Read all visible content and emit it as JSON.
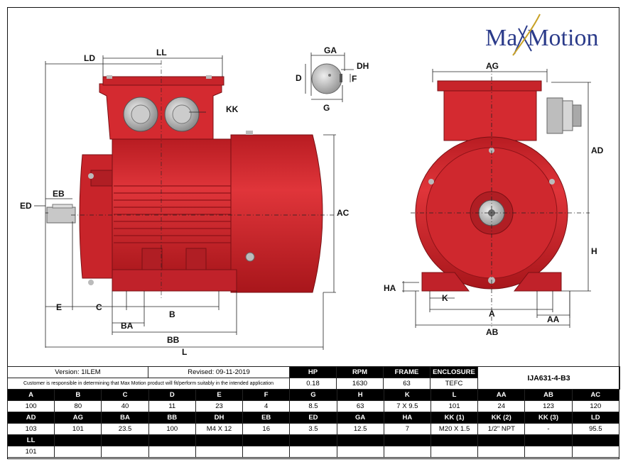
{
  "brand": {
    "name_part1": "Ma",
    "name_part2": "Motion",
    "color": "#2b3b8a"
  },
  "drawing": {
    "labels": {
      "LD": "LD",
      "LL": "LL",
      "KK": "KK",
      "ED": "ED",
      "EB": "EB",
      "AC": "AC",
      "E": "E",
      "C": "C",
      "B": "B",
      "BA": "BA",
      "BB": "BB",
      "L": "L",
      "GA": "GA",
      "DH": "DH",
      "D": "D",
      "F": "F",
      "G": "G",
      "AG": "AG",
      "AD": "AD",
      "H": "H",
      "HA": "HA",
      "K": "K",
      "A": "A",
      "AA": "AA",
      "AB": "AB"
    },
    "motor_color": "#d9262c"
  },
  "info": {
    "version": "Version: 1ILEM",
    "revised": "Revised: 09-11-2019",
    "disclaimer": "Customer is responsible in determining that Max Motion product will fit/perform suitably in the intended application",
    "headers": [
      "HP",
      "RPM",
      "FRAME",
      "ENCLOSURE"
    ],
    "values": [
      "0.18",
      "1630",
      "63",
      "TEFC"
    ],
    "model": "IJA631-4-B3"
  },
  "dimensions": {
    "row1_headers": [
      "A",
      "B",
      "C",
      "D",
      "E",
      "F",
      "G",
      "H",
      "K",
      "L",
      "AA",
      "AB",
      "AC"
    ],
    "row1_values": [
      "100",
      "80",
      "40",
      "11",
      "23",
      "4",
      "8.5",
      "63",
      "7 X 9.5",
      "101",
      "24",
      "123",
      "120"
    ],
    "row2_headers": [
      "AD",
      "AG",
      "BA",
      "BB",
      "DH",
      "EB",
      "ED",
      "GA",
      "HA",
      "KK (1)",
      "KK (2)",
      "KK (3)",
      "LD"
    ],
    "row2_values": [
      "103",
      "101",
      "23.5",
      "100",
      "M4 X 12",
      "16",
      "3.5",
      "12.5",
      "7",
      "M20 X 1.5",
      "1/2\" NPT",
      "-",
      "95.5"
    ],
    "row3_headers": [
      "LL"
    ],
    "row3_values": [
      "101"
    ]
  }
}
